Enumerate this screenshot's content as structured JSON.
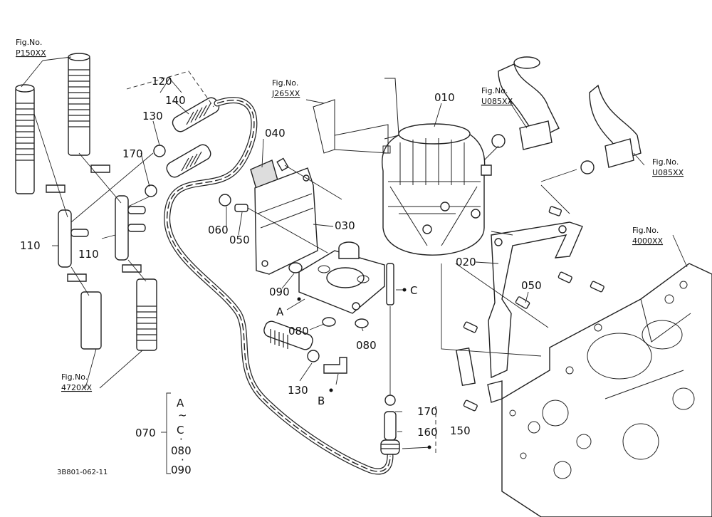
{
  "diagram": {
    "figure_code": "3B801-062-11",
    "fig_refs": {
      "p150": {
        "line1": "Fig.No.",
        "line2": "P150XX"
      },
      "j265": {
        "line1": "Fig.No.",
        "line2": "J265XX"
      },
      "u085_a": {
        "line1": "Fig.No.",
        "line2": "U085XX"
      },
      "u085_b": {
        "line1": "Fig.No.",
        "line2": "U085XX"
      },
      "f4000": {
        "line1": "Fig.No.",
        "line2": "4000XX"
      },
      "f4720": {
        "line1": "Fig.No.",
        "line2": "4720XX"
      }
    },
    "parts": {
      "p010": "010",
      "p020": "020",
      "p030": "030",
      "p040": "040",
      "p050a": "050",
      "p050b": "050",
      "p060": "060",
      "p080a": "080",
      "p080b": "080",
      "p090": "090",
      "p110a": "110",
      "p110b": "110",
      "p120": "120",
      "p130a": "130",
      "p130b": "130",
      "p140": "140",
      "p150": "150",
      "p160": "160",
      "p170a": "170",
      "p170b": "170",
      "pA": "A",
      "pB": "B",
      "pC": "C"
    },
    "set": {
      "number": "070",
      "item_a": "A",
      "tilde": "~",
      "item_c": "C",
      "dot": "·",
      "item_080": "080",
      "item_090": "090"
    }
  }
}
